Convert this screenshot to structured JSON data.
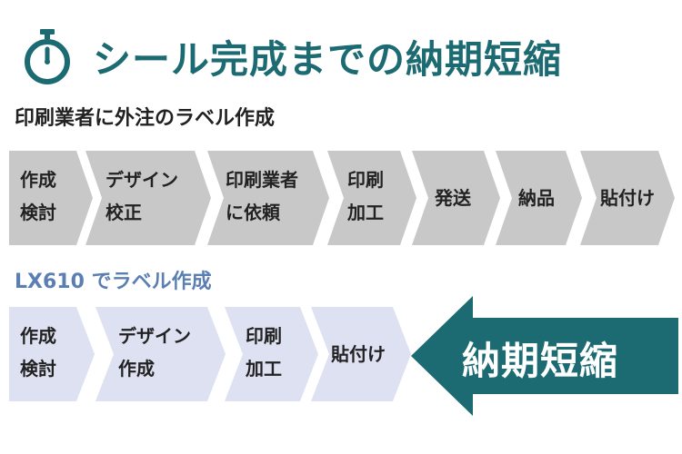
{
  "title": "シール完成までの納期短縮",
  "row1": {
    "label": "印刷業者に外注のラベル作成",
    "steps": [
      {
        "line1": "作成",
        "line2": "検討"
      },
      {
        "line1": "デザイン",
        "line2": "校正"
      },
      {
        "line1": "印刷業者",
        "line2": "に依頼"
      },
      {
        "line1": "印刷",
        "line2": "加工"
      },
      {
        "line1": "発送",
        "line2": ""
      },
      {
        "line1": "納品",
        "line2": ""
      },
      {
        "line1": "貼付け",
        "line2": ""
      }
    ]
  },
  "row2": {
    "label": "LX610 でラベル作成",
    "steps": [
      {
        "line1": "作成",
        "line2": "検討"
      },
      {
        "line1": "デザイン",
        "line2": "作成"
      },
      {
        "line1": "印刷",
        "line2": "加工"
      },
      {
        "line1": "貼付け",
        "line2": ""
      }
    ],
    "result": "納期短縮"
  },
  "colors": {
    "teal": "#1d6b72",
    "gray_chevron": "#c8c8c8",
    "lavender_chevron": "#dde1f2",
    "row2_label": "#5b7fb2",
    "text": "#222222"
  },
  "icons": {
    "title": "stopwatch-icon"
  }
}
